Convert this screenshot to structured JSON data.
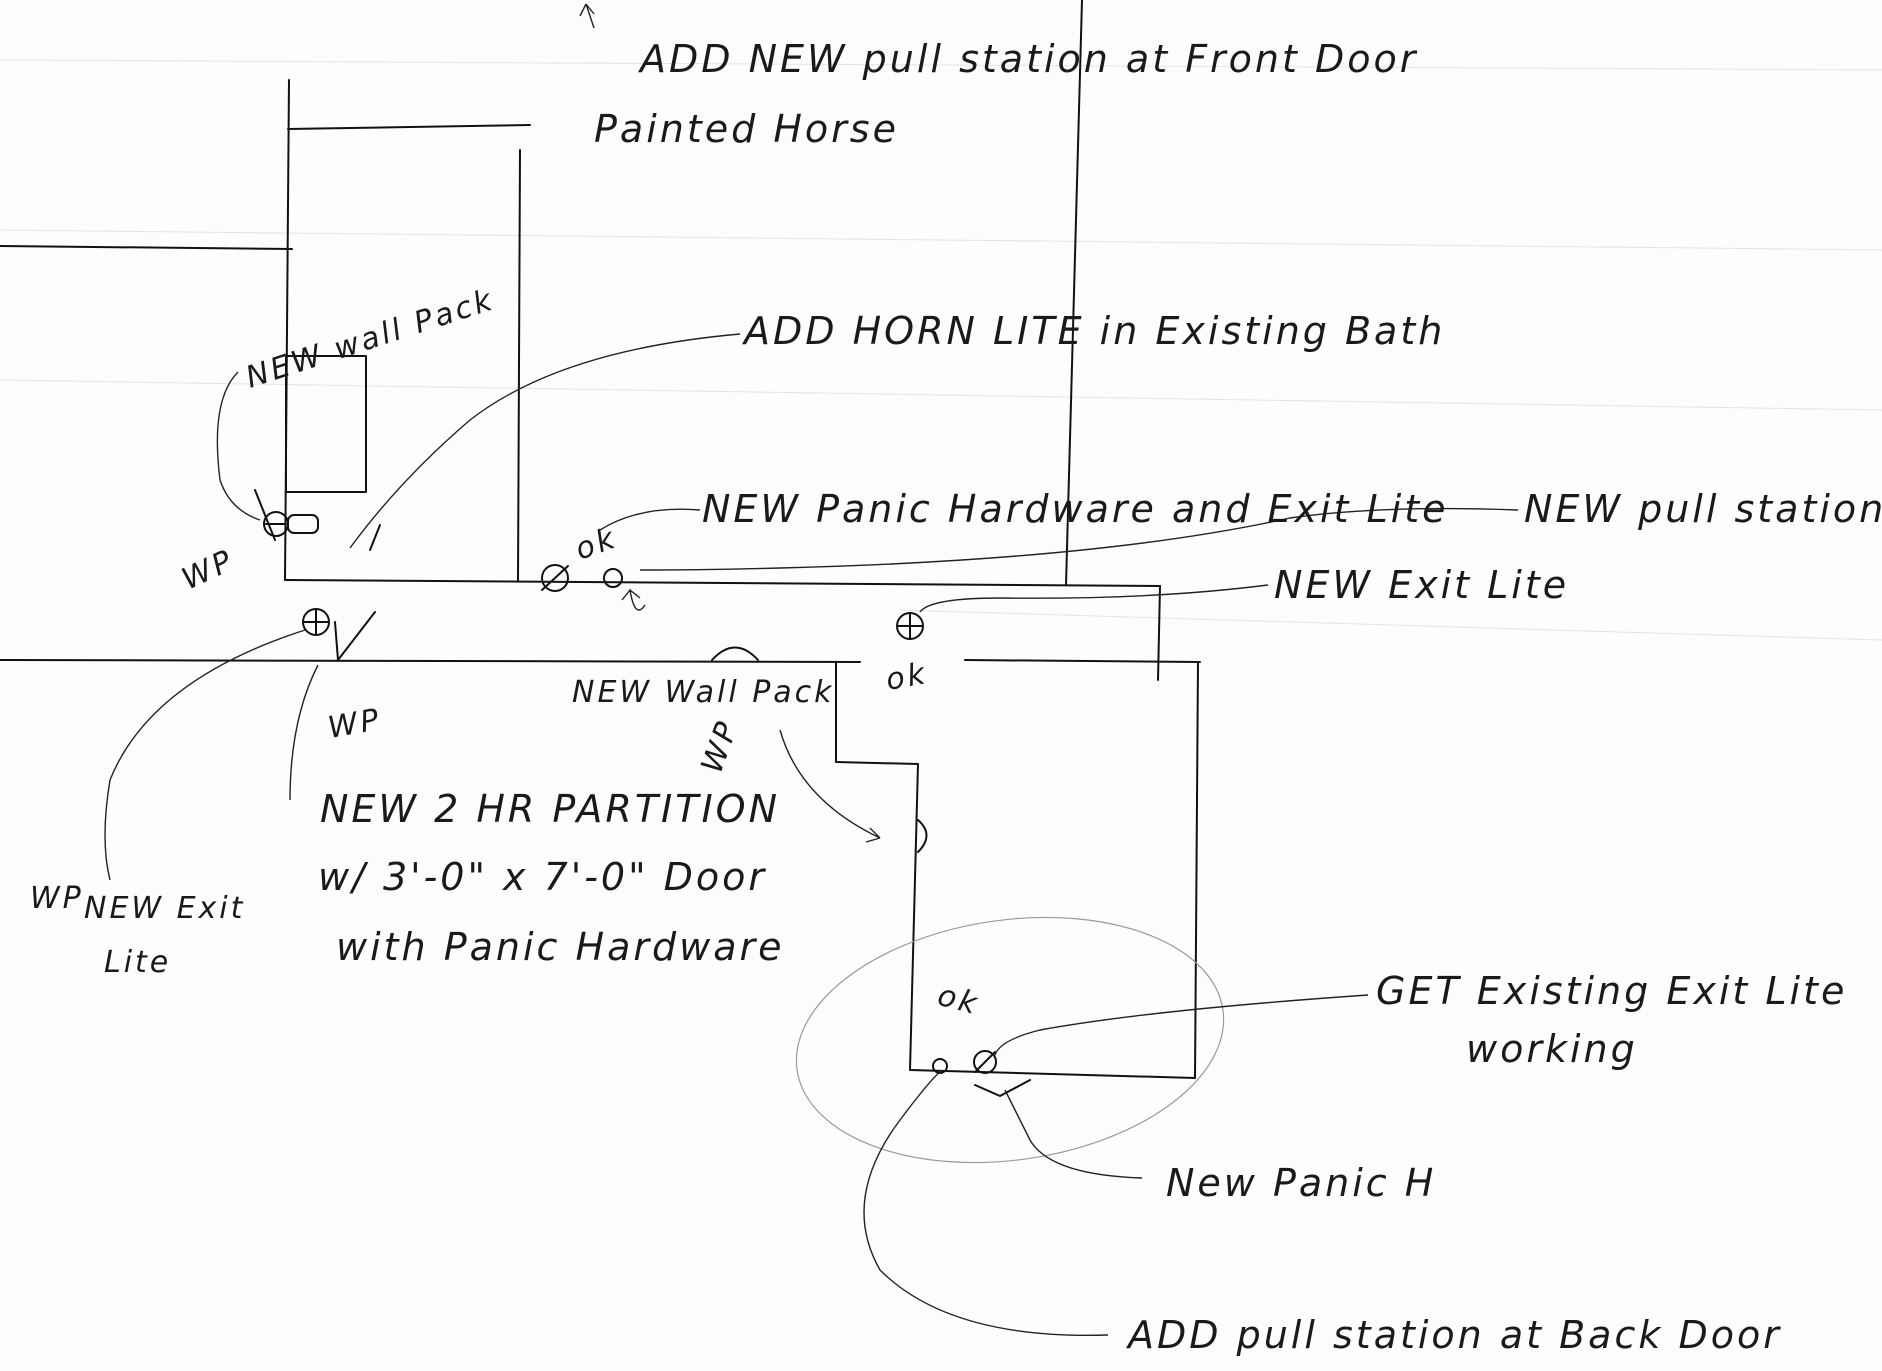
{
  "notes": {
    "front_door_pull": "ADD NEW pull station at Front Door",
    "painted_horse": "Painted Horse",
    "new_wall_pack_top": "NEW wall Pack",
    "horn_lite": "ADD HORN LITE in Existing Bath",
    "panic_exit_lite": "NEW Panic Hardware and Exit Lite",
    "new_pull_station": "NEW pull station",
    "new_exit_lite_right": "NEW Exit Lite",
    "new_wall_pack_mid": "NEW Wall Pack",
    "partition_line1": "NEW 2 HR PARTITION",
    "partition_line2": "w/ 3'-0\" x 7'-0\" Door",
    "partition_line3": "with Panic Hardware",
    "new_exit_lite_left_1": "NEW Exit",
    "new_exit_lite_left_2": "Lite",
    "existing_exit_1": "GET Existing Exit Lite",
    "existing_exit_2": "working",
    "new_panic_h": "New Panic H",
    "back_door_pull": "ADD pull station at Back Door"
  },
  "marks": {
    "ok_1": "ok",
    "ok_2": "ok",
    "ok_3": "ok",
    "initials_1": "WP",
    "initials_2": "WP",
    "initials_3": "WP",
    "initials_4": "WP"
  }
}
